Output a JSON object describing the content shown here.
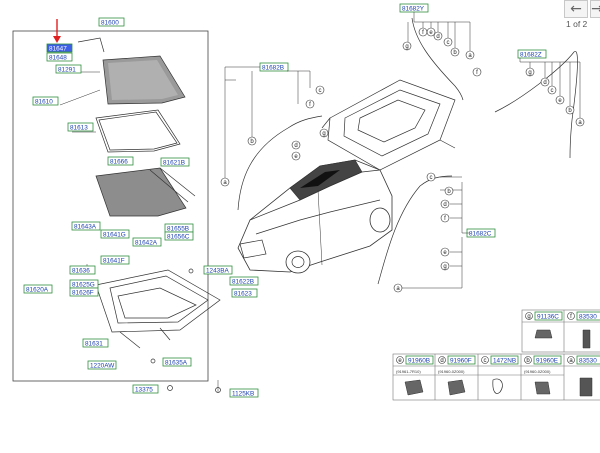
{
  "nav": {
    "back_icon": "arrow-left-icon",
    "forward_icon": "arrow-right-icon",
    "page_indicator": "1 of 2"
  },
  "labels": {
    "l81600": "81600",
    "l81647": "81647",
    "l81648": "81648",
    "l81291": "81291",
    "l81610": "81610",
    "l81613": "81613",
    "l81666": "81666",
    "l81621B": "81621B",
    "l81643A": "81643A",
    "l81641G": "81641G",
    "l81642A": "81642A",
    "l81655B": "81655B",
    "l81656C": "81656C",
    "l81641F": "81641F",
    "l81636": "81636",
    "l1243BA": "1243BA",
    "l81620A": "81620A",
    "l81625G": "81625G",
    "l81626F": "81626F",
    "l81622B": "81622B",
    "l81623": "81623",
    "l81631": "81631",
    "l1220AW": "1220AW",
    "l81635A": "81635A",
    "l13375": "13375",
    "l1125KB": "1125KB",
    "l81682Y": "81682Y",
    "l81682B": "81682B",
    "l81682Z": "81682Z",
    "l81682C": "81682C"
  },
  "callouts": {
    "g": "g",
    "f": "f",
    "e": "e",
    "d": "d",
    "c": "c",
    "b": "b",
    "a": "a",
    "l91136C": "91136C",
    "l83530": "83530",
    "l91960B": "91960B",
    "l91960F": "91960F",
    "l1472NB": "1472NB",
    "l91960E": "91960E",
    "l83530b": "83530"
  },
  "table_notes": {
    "n1": "(91961-7R10)",
    "n2": "(91960-0Z000)",
    "n3": "",
    "n4": "(91960-0Z000)"
  },
  "colors": {
    "label_text": "#1a3fb0",
    "label_border": "#2f8f3f",
    "selected_fill": "#3d5ee6",
    "arrow": "#e02020"
  }
}
